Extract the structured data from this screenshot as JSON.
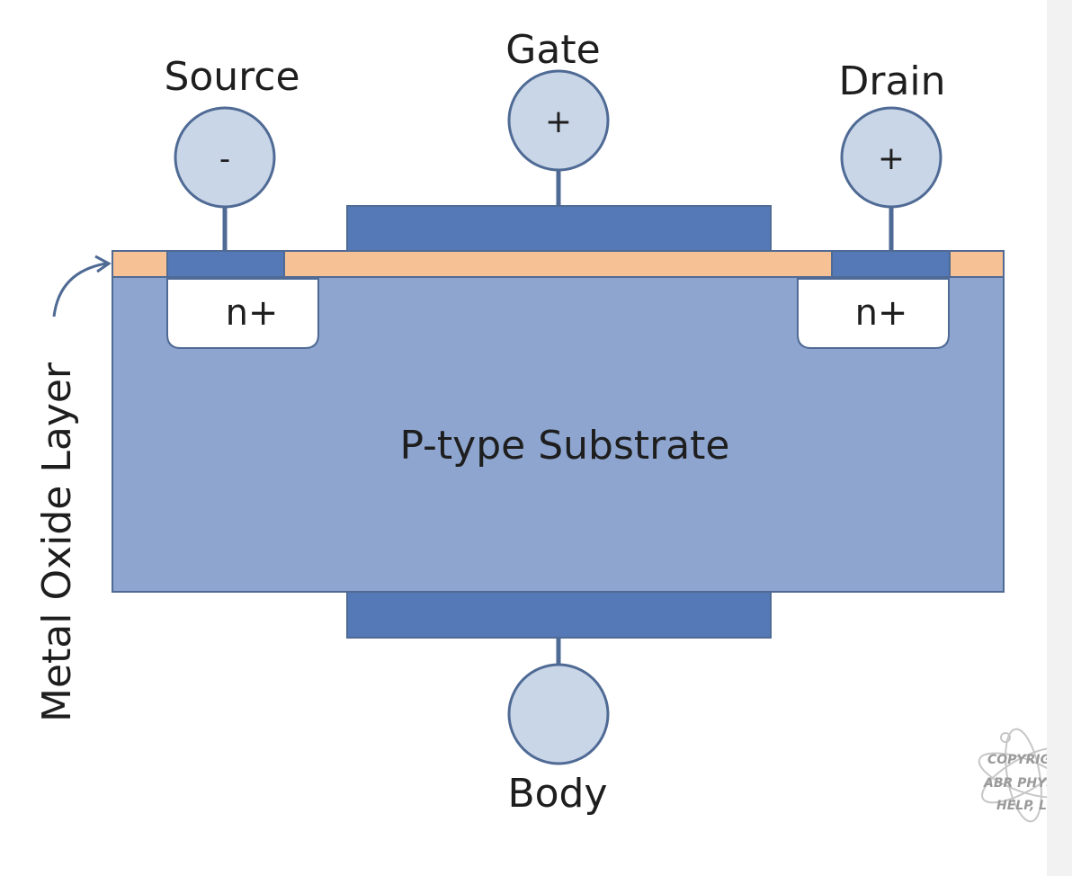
{
  "terminals": {
    "source": {
      "label": "Source",
      "sign": "-"
    },
    "gate": {
      "label": "Gate",
      "sign": "+"
    },
    "drain": {
      "label": "Drain",
      "sign": "+"
    },
    "body": {
      "label": "Body",
      "sign": ""
    }
  },
  "regions": {
    "source_well": "n+",
    "drain_well": "n+",
    "substrate": "P-type Substrate",
    "oxide_layer": "Metal Oxide Layer"
  },
  "watermark": {
    "line1": "COPYRIGHT",
    "line2": "ABR PHYSIC",
    "line3": "HELP, LLC"
  },
  "colors": {
    "substrate": "#8da5cf",
    "metal": "#5479b6",
    "oxide": "#f5c195",
    "terminal_fill": "#c9d6e8",
    "outline": "#4f6a94",
    "well": "#ffffff"
  }
}
